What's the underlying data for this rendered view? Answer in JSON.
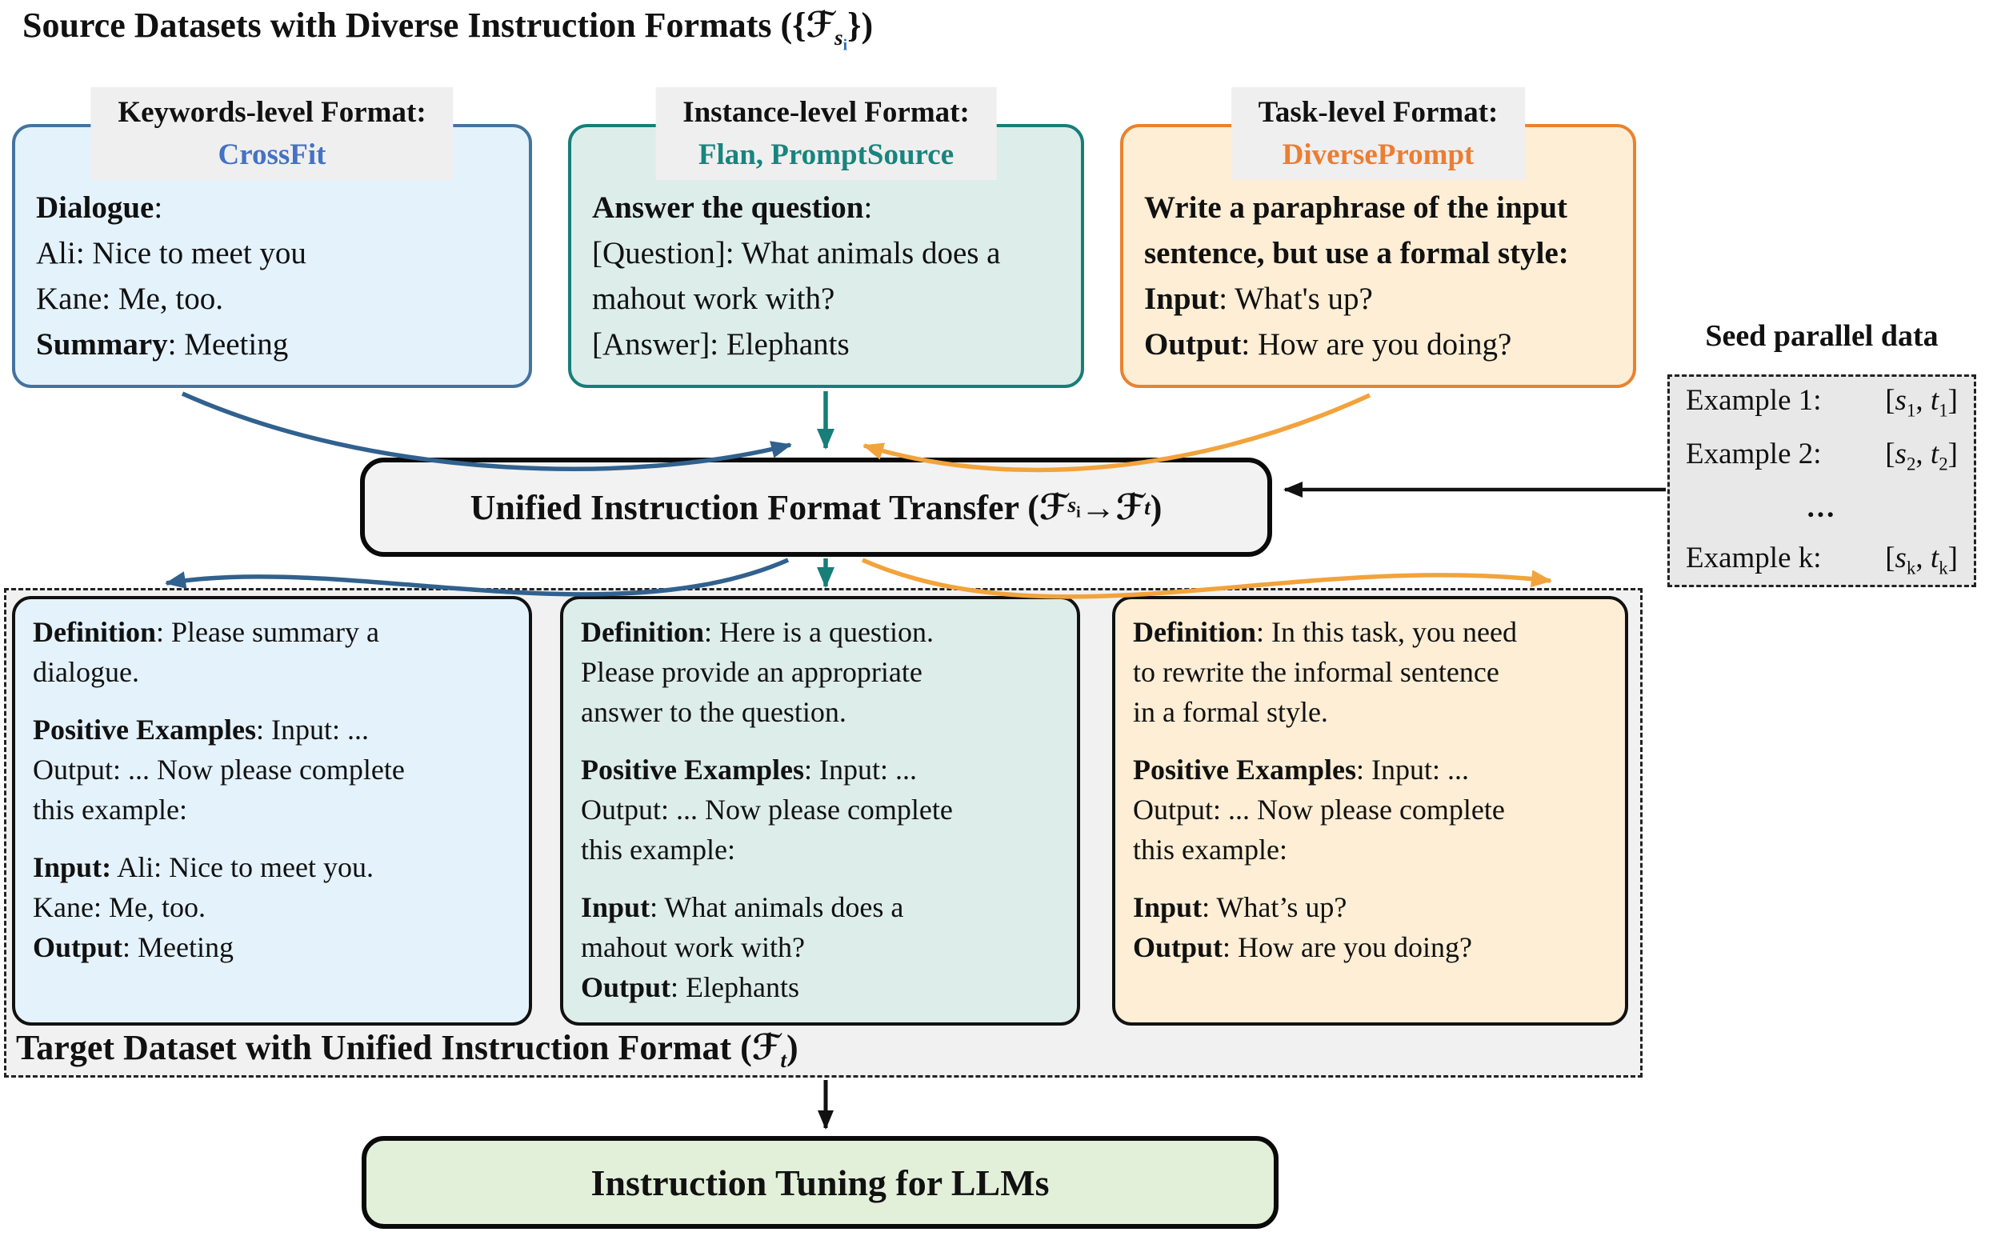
{
  "title": {
    "pre": "Source Datasets with Diverse Instruction Formats (",
    "brace_open": "{",
    "f": "ℱ",
    "sub_s": "s",
    "sub_i": "i",
    "brace_close": "}",
    "close": ")"
  },
  "colors": {
    "crossfit_blue": "#4472c4",
    "flan_teal": "#17857e",
    "diverseprompt_orange": "#ed7d31",
    "arrow_blue": "#31618e",
    "arrow_teal": "#177e78",
    "arrow_orange": "#f2a33c",
    "arrow_black": "#111111",
    "box_blue_border": "#44739e",
    "box_blue_fill": "#e4f2fc",
    "box_teal_border": "#177e78",
    "box_teal_fill": "#ddedea",
    "box_orange_border": "#e8832f",
    "box_orange_fill": "#fdeed5",
    "tuning_green_fill": "#e2efd9",
    "header_gray": "#efefef",
    "seed_gray": "#e8e8e8",
    "container_gray": "#f1f1f1"
  },
  "source_boxes": [
    {
      "header": "Keywords-level Format:",
      "dataset": "CrossFit",
      "lines": [
        {
          "b": "Dialogue",
          "t": ":"
        },
        {
          "t": "Ali: Nice to meet you"
        },
        {
          "t": "Kane: Me, too."
        },
        {
          "b": "Summary",
          "t": ": Meeting"
        }
      ]
    },
    {
      "header": "Instance-level Format:",
      "dataset": "Flan, PromptSource",
      "lines": [
        {
          "b": "Answer the question",
          "t": ":"
        },
        {
          "t": "[Question]: What animals does a"
        },
        {
          "t": "mahout work with?"
        },
        {
          "t": "[Answer]: Elephants"
        }
      ]
    },
    {
      "header": "Task-level Format:",
      "dataset": "DiversePrompt",
      "lines": [
        {
          "b": "Write a paraphrase of the input"
        },
        {
          "b": "sentence, but use a formal style:"
        },
        {
          "b": "Input",
          "t": ": What's up?"
        },
        {
          "b": "Output",
          "t": ": How are you doing?"
        }
      ]
    }
  ],
  "unified": {
    "pre": "Unified Instruction Format Transfer (",
    "f1": "ℱ",
    "sub_s": "s",
    "sub_i": "i",
    "arrow": " → ",
    "f2": "ℱ",
    "sub_t": "t",
    "close": ")"
  },
  "seed": {
    "title": "Seed parallel data",
    "ob": "[",
    "comma": ", ",
    "cb": "]",
    "ellipsis": "...",
    "rows": [
      {
        "label": "Example 1:",
        "s": "s",
        "ssub": "1",
        "t": "t",
        "tsub": "1"
      },
      {
        "label": "Example 2:",
        "s": "s",
        "ssub": "2",
        "t": "t",
        "tsub": "2"
      },
      {
        "label": "Example k:",
        "s": "s",
        "ssub": "k",
        "t": "t",
        "tsub": "k"
      }
    ]
  },
  "target_boxes": [
    {
      "paras": [
        [
          {
            "b": "Definition",
            "t": ": Please summary a"
          },
          {
            "t": "dialogue."
          }
        ],
        [
          {
            "b": "Positive Examples",
            "t": ": Input: ..."
          },
          {
            "t": "Output: ... Now please complete"
          },
          {
            "t": "this example:"
          }
        ],
        [
          {
            "b": "Input:",
            "t": " Ali: Nice to meet you."
          },
          {
            "t": "Kane: Me, too."
          },
          {
            "b": "Output",
            "t": ": Meeting"
          }
        ]
      ]
    },
    {
      "paras": [
        [
          {
            "b": "Definition",
            "t": ": Here is a question."
          },
          {
            "t": "Please provide an appropriate"
          },
          {
            "t": "answer to the question."
          }
        ],
        [
          {
            "b": "Positive Examples",
            "t": ": Input: ..."
          },
          {
            "t": "Output: ... Now please complete"
          },
          {
            "t": "this example:"
          }
        ],
        [
          {
            "b": "Input",
            "t": ": What animals does a"
          },
          {
            "t": "mahout work with?"
          },
          {
            "b": "Output",
            "t": ": Elephants"
          }
        ]
      ]
    },
    {
      "paras": [
        [
          {
            "b": "Definition",
            "t": ": In this task, you need"
          },
          {
            "t": "to rewrite the informal sentence"
          },
          {
            "t": "in a formal style."
          }
        ],
        [
          {
            "b": "Positive Examples",
            "t": ": Input: ..."
          },
          {
            "t": "Output: ... Now please complete"
          },
          {
            "t": "this example:"
          }
        ],
        [
          {
            "b": "Input",
            "t": ": What’s up?"
          },
          {
            "b": "Output",
            "t": ": How are you doing?"
          }
        ]
      ]
    }
  ],
  "target_label": {
    "pre": "Target Dataset with Unified Instruction Format (",
    "f": "ℱ",
    "sub_t": "t",
    "close": ")"
  },
  "tuning": {
    "label": "Instruction Tuning for LLMs"
  }
}
